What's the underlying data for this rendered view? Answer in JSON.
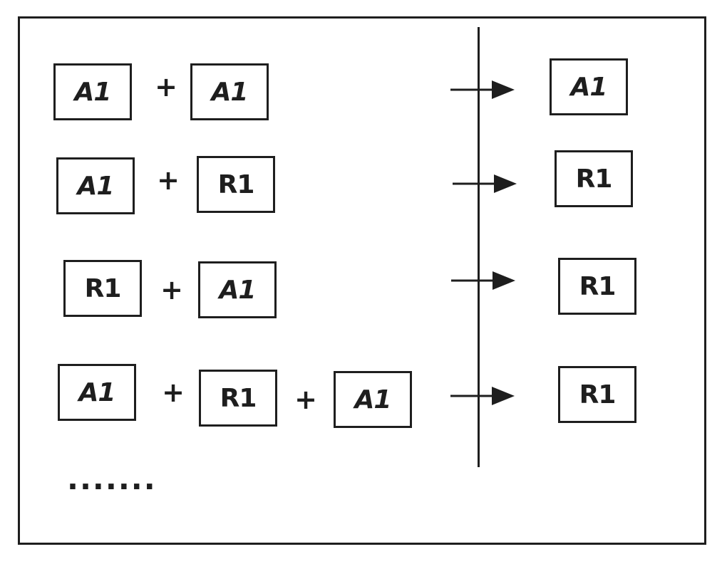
{
  "colors": {
    "stroke": "#1e1e1e",
    "background": "#ffffff"
  },
  "diagram": {
    "rows": [
      {
        "inputs": [
          {
            "label": "A1",
            "kind": "a"
          },
          {
            "label": "A1",
            "kind": "a"
          }
        ],
        "operators": [
          "+"
        ],
        "output": {
          "label": "A1",
          "kind": "a"
        }
      },
      {
        "inputs": [
          {
            "label": "A1",
            "kind": "a"
          },
          {
            "label": "R1",
            "kind": "r"
          }
        ],
        "operators": [
          "+"
        ],
        "output": {
          "label": "R1",
          "kind": "r"
        }
      },
      {
        "inputs": [
          {
            "label": "R1",
            "kind": "r"
          },
          {
            "label": "A1",
            "kind": "a"
          }
        ],
        "operators": [
          "+"
        ],
        "output": {
          "label": "R1",
          "kind": "r"
        }
      },
      {
        "inputs": [
          {
            "label": "A1",
            "kind": "a"
          },
          {
            "label": "R1",
            "kind": "r"
          },
          {
            "label": "A1",
            "kind": "a"
          }
        ],
        "operators": [
          "+",
          "+"
        ],
        "output": {
          "label": "R1",
          "kind": "r"
        }
      }
    ],
    "ellipsis": "......."
  }
}
